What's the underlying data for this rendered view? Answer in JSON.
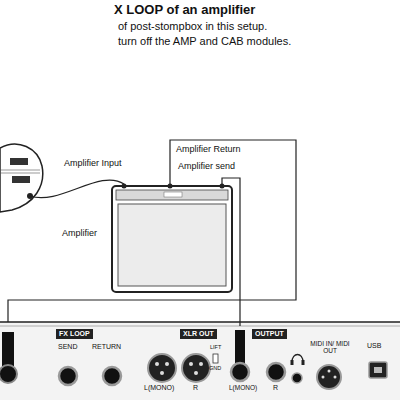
{
  "diagram": {
    "title": "X LOOP of an amplifier",
    "nodes": [
      {
        "text": [
          "Amplifier"
        ]
      },
      {
        "text": [
          "FX LOOP",
          "SEND",
          "RETURN"
        ]
      },
      {
        "text": [
          "XLR OUT",
          "L(MONO)",
          "R",
          "LIFT",
          "GND"
        ]
      },
      {
        "text": [
          "OUTPUT",
          "L(MONO)",
          "R"
        ]
      },
      {
        "text": [
          "MIDI IN/ MIDI OUT"
        ]
      },
      {
        "text": [
          "USB"
        ]
      }
    ],
    "edges": [
      {
        "from": 3,
        "to": 0,
        "arrow": "none"
      }
    ],
    "labels": [
      "of post-stompbox in this setup.",
      "turn off the AMP and CAB modules.",
      "Amplifier Input",
      "Amplifier Return",
      "Amplifier send"
    ]
  }
}
